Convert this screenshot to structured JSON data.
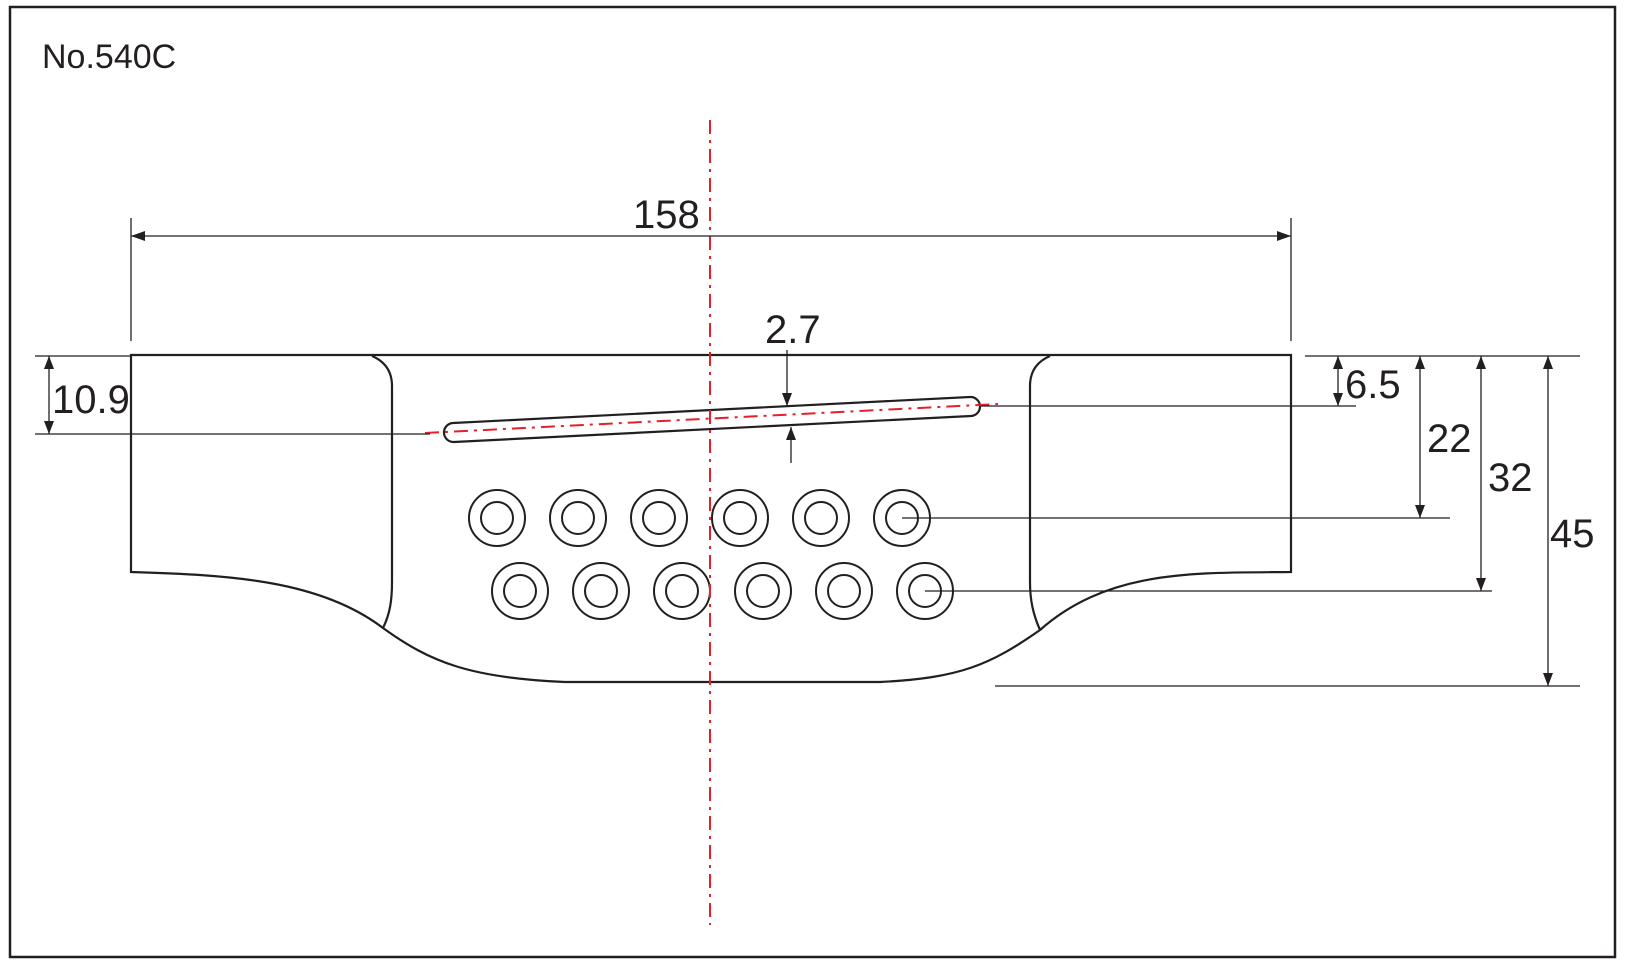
{
  "title": "No.540C",
  "dimensions": {
    "overall_width": "158",
    "slot_width": "2.7",
    "slot_left_depth": "10.9",
    "slot_right_depth": "6.5",
    "row1_depth": "22",
    "row2_depth": "32",
    "overall_height": "45"
  },
  "pin_holes": {
    "row1_count": 6,
    "row2_count": 6
  },
  "colors": {
    "line": "#231f20",
    "centerline": "#e3202b"
  }
}
